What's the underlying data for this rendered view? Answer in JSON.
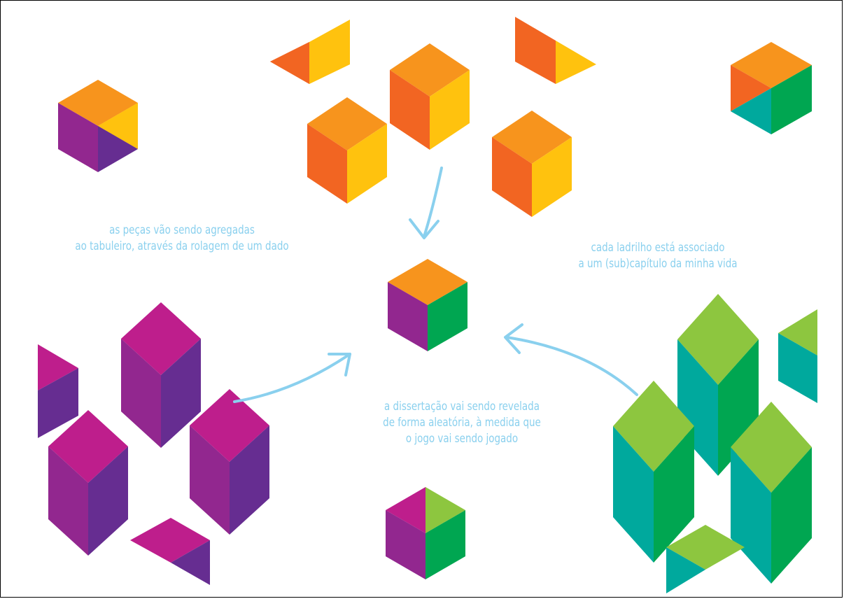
{
  "colors": {
    "orange_top": "#F7941D",
    "orange_left": "#F26522",
    "yellow": "#FFC20E",
    "purple_left": "#92278F",
    "purple_right": "#662D91",
    "magenta_top": "#BE1E8C",
    "green_top": "#8DC63F",
    "teal": "#00A99D",
    "green_right": "#00A651",
    "arrow": "#8ad0ee",
    "text": "#8ad0ee"
  },
  "captions": {
    "left": [
      "as peças vão sendo agregadas",
      "ao tabuleiro, através da rolagem de um dado"
    ],
    "right": [
      "cada ladrilho está associado",
      "a um (sub)capítulo da minha vida"
    ],
    "bottom": [
      "a dissertação vai sendo revelada",
      "de forma aleatória, à medida que",
      "o jogo vai sendo jogado"
    ]
  }
}
